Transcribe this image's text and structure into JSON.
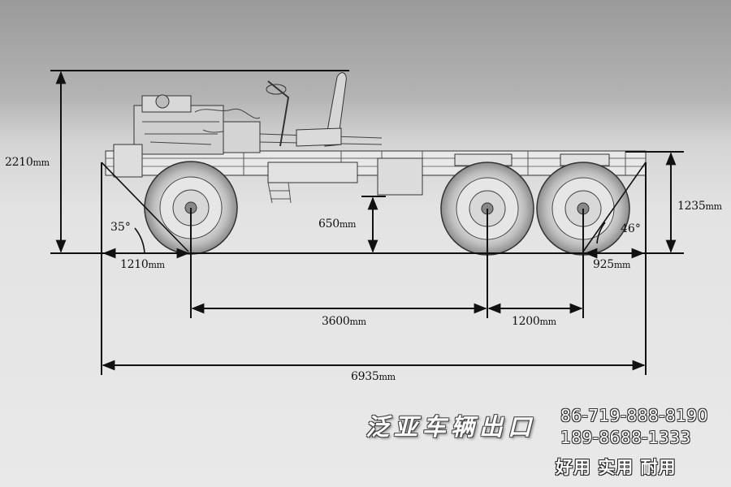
{
  "dimensions": {
    "height_total": {
      "value": "2210",
      "unit": "mm"
    },
    "front_overhang": {
      "value": "1210",
      "unit": "mm"
    },
    "ground_clearance": {
      "value": "650",
      "unit": "mm"
    },
    "wheelbase_front": {
      "value": "3600",
      "unit": "mm"
    },
    "wheelbase_rear": {
      "value": "1200",
      "unit": "mm"
    },
    "total_length": {
      "value": "6935",
      "unit": "mm"
    },
    "frame_height": {
      "value": "1235",
      "unit": "mm"
    },
    "rear_overhang": {
      "value": "925",
      "unit": "mm"
    }
  },
  "angles": {
    "approach": "35°",
    "departure": "46°"
  },
  "brand": {
    "name": "泛亚车辆出口",
    "phone_1": "86-719-888-8190",
    "phone_2": "189-8688-1333",
    "slogan": "好用 实用 耐用"
  },
  "colors": {
    "background_top": "#9a9a9a",
    "background_bottom": "#e9e9e9",
    "line": "#111111",
    "brand_text": "#ffffff"
  }
}
